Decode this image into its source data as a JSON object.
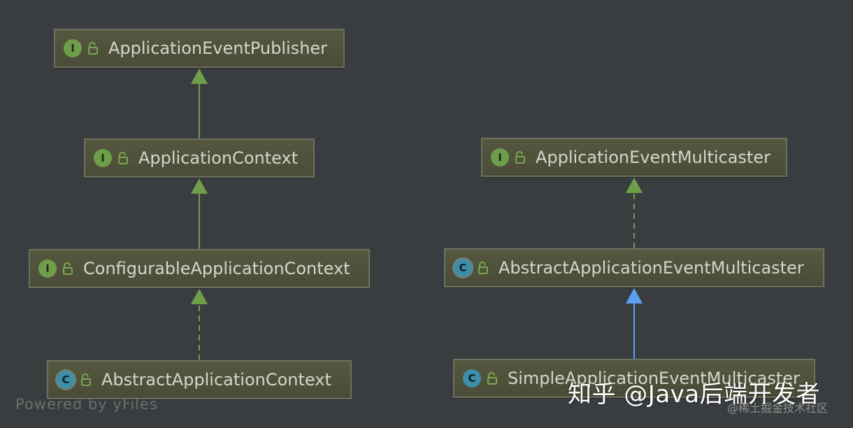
{
  "colors": {
    "background": "#3a3d40",
    "interface_badge": "#6f9e4a",
    "class_badge": "#3d8fa8",
    "inheritance_edge": "#6f9e4a",
    "class_inheritance_edge": "#5b9ef0"
  },
  "nodes": [
    {
      "id": "publisher",
      "label": "ApplicationEventPublisher",
      "kind": "interface",
      "badge": "I"
    },
    {
      "id": "context",
      "label": "ApplicationContext",
      "kind": "interface",
      "badge": "I"
    },
    {
      "id": "configurable",
      "label": "ConfigurableApplicationContext",
      "kind": "interface",
      "badge": "I"
    },
    {
      "id": "abstract_context",
      "label": "AbstractApplicationContext",
      "kind": "abstract-class",
      "badge": "C"
    },
    {
      "id": "multicaster",
      "label": "ApplicationEventMulticaster",
      "kind": "interface",
      "badge": "I"
    },
    {
      "id": "abstract_multicaster",
      "label": "AbstractApplicationEventMulticaster",
      "kind": "abstract-class",
      "badge": "C"
    },
    {
      "id": "simple_multicaster",
      "label": "SimpleApplicationEventMulticaster",
      "kind": "class",
      "badge": "C"
    }
  ],
  "edges": [
    {
      "from": "context",
      "to": "publisher",
      "type": "extends"
    },
    {
      "from": "configurable",
      "to": "context",
      "type": "extends"
    },
    {
      "from": "abstract_context",
      "to": "configurable",
      "type": "implements"
    },
    {
      "from": "abstract_multicaster",
      "to": "multicaster",
      "type": "implements"
    },
    {
      "from": "simple_multicaster",
      "to": "abstract_multicaster",
      "type": "class-extends"
    }
  ],
  "footer": "Powered by yFiles",
  "watermark": "知乎 @Java后端开发者",
  "watermark_secondary": "@稀土掘金技术社区"
}
